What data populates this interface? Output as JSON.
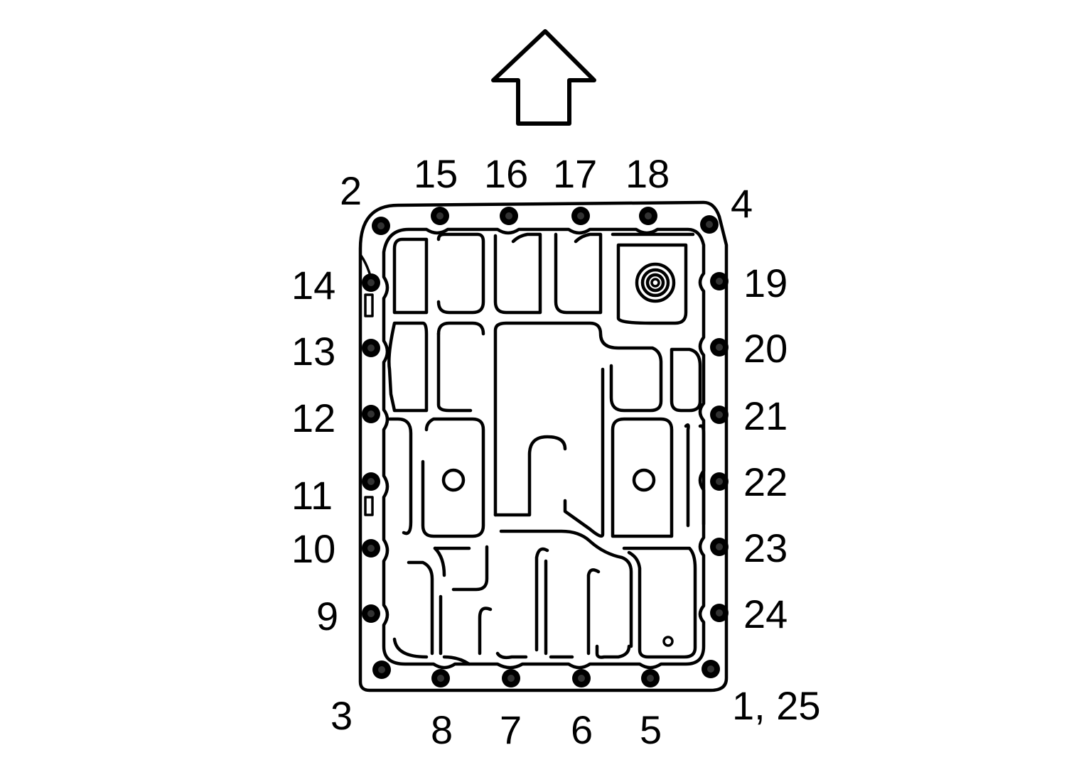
{
  "direction_icon": "up-arrow-icon",
  "labels": {
    "b1_25": "1, 25",
    "b2": "2",
    "b3": "3",
    "b4": "4",
    "b5": "5",
    "b6": "6",
    "b7": "7",
    "b8": "8",
    "b9": "9",
    "b10": "10",
    "b11": "11",
    "b12": "12",
    "b13": "13",
    "b14": "14",
    "b15": "15",
    "b16": "16",
    "b17": "17",
    "b18": "18",
    "b19": "19",
    "b20": "20",
    "b21": "21",
    "b22": "22",
    "b23": "23",
    "b24": "24"
  }
}
